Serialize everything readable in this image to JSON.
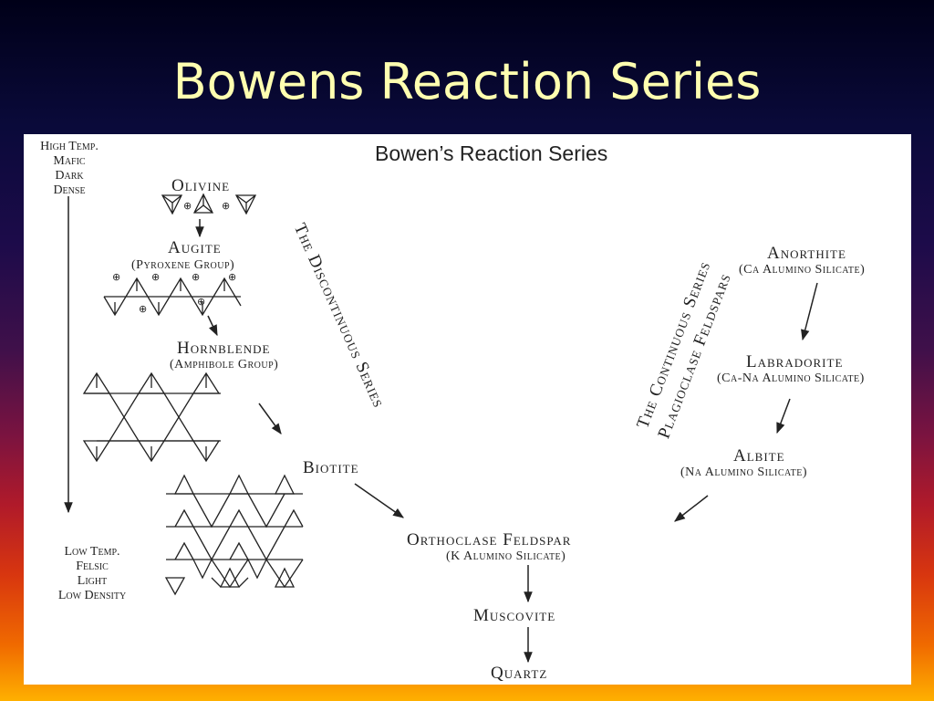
{
  "slide": {
    "title": "Bowens Reaction Series"
  },
  "diagram": {
    "title": "Bowen’s Reaction Series",
    "left_top_label": [
      "High Temp.",
      "Mafic",
      "Dark",
      "Dense"
    ],
    "left_bottom_label": [
      "Low Temp.",
      "Felsic",
      "Light",
      "Low Density"
    ],
    "discontinuous_label": "The Discontinuous Series",
    "continuous_label_1": "The Continuous Series",
    "continuous_label_2": "Plagioclase Feldspars",
    "minerals": {
      "olivine": "Olivine",
      "augite": "Augite",
      "augite_sub": "(Pyroxene Group)",
      "hornblende": "Hornblende",
      "hornblende_sub": "(Amphibole Group)",
      "biotite": "Biotite",
      "anorthite": "Anorthite",
      "anorthite_sub": "(Ca Alumino Silicate)",
      "labradorite": "Labradorite",
      "labradorite_sub": "(Ca-Na Alumino Silicate)",
      "albite": "Albite",
      "albite_sub": "(Na Alumino Silicate)",
      "orthoclase": "Orthoclase Feldspar",
      "orthoclase_sub": "(K Alumino Silicate)",
      "muscovite": "Muscovite",
      "quartz": "Quartz"
    },
    "ion_symbol": "⊕"
  }
}
